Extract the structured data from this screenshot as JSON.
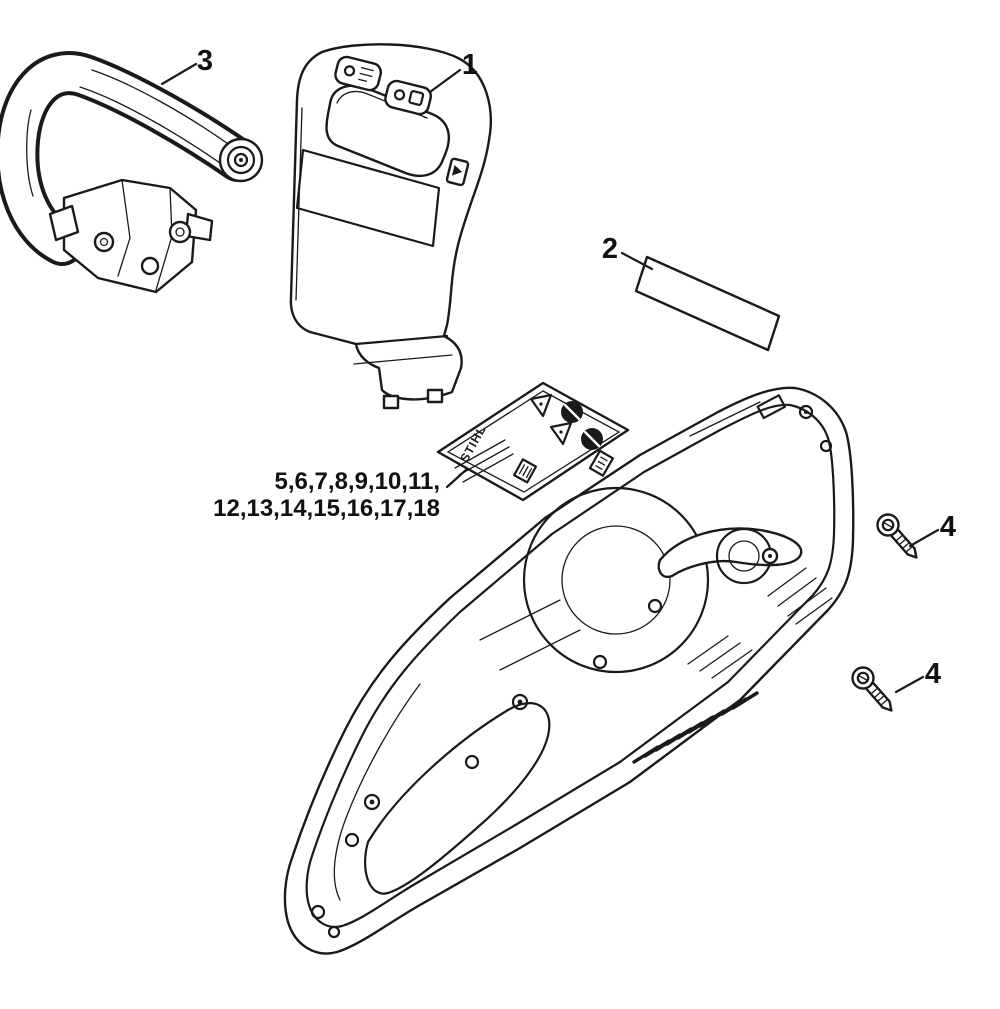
{
  "figure": {
    "background_color": "#ffffff",
    "line_color": "#1a1a1a",
    "description_names": {
      "front_handle": "handlebar",
      "rear_handle": "handle-top",
      "blank_label": "name-plate",
      "info_label": "information-label",
      "housing": "handle-housing",
      "screw_upper": "screw",
      "screw_lower": "screw"
    }
  },
  "callouts": {
    "part1": "1",
    "part2": "2",
    "part3": "3",
    "part4_upper": "4",
    "part4_lower": "4",
    "parts_list_line1": "5,6,7,8,9,10,11,",
    "parts_list_line2": "12,13,14,15,16,17,18"
  },
  "info_label": {
    "brand": "STIHL"
  }
}
